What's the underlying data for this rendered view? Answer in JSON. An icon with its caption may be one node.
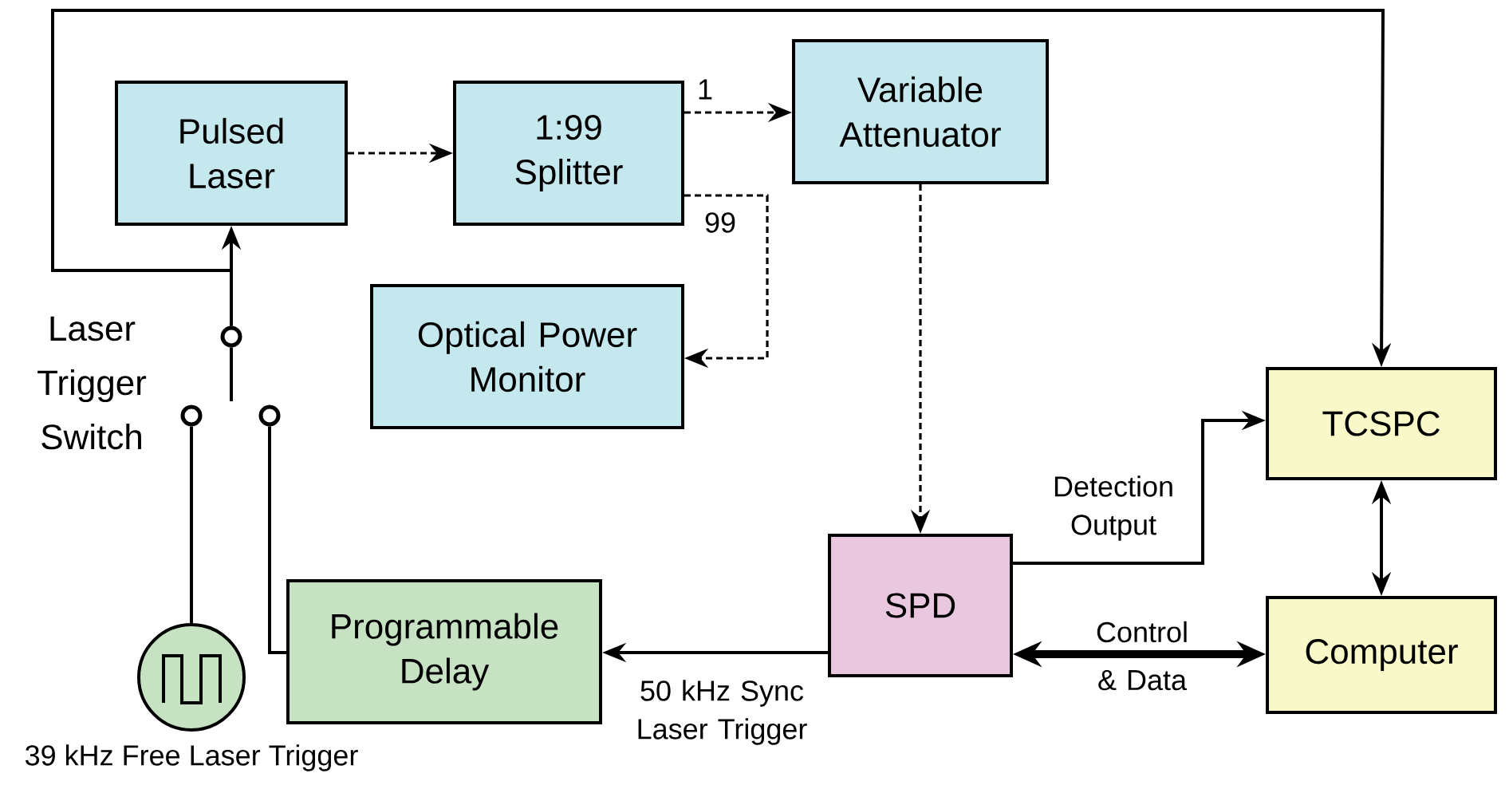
{
  "diagram": {
    "nodes": [
      {
        "text": [
          "Pulsed Laser"
        ]
      },
      {
        "text": [
          "1:99 Splitter"
        ]
      },
      {
        "text": [
          "Variable Attenuator"
        ]
      },
      {
        "text": [
          "Optical Power Monitor"
        ]
      },
      {
        "text": [
          "TCSPC"
        ]
      },
      {
        "text": [
          "SPD"
        ]
      },
      {
        "text": [
          "Computer"
        ]
      },
      {
        "text": [
          "Programmable Delay"
        ]
      },
      {
        "text": [],
        "shape": "circle",
        "beside": [
          "39 kHz Free Laser Trigger"
        ]
      },
      {
        "text": [],
        "shape": "circle"
      },
      {
        "text": [],
        "shape": "circle"
      },
      {
        "text": [],
        "shape": "circle"
      }
    ],
    "edges": [
      {
        "from": 0,
        "to": 1,
        "arrow": "to",
        "style": "dashed"
      },
      {
        "from": 1,
        "to": 2,
        "arrow": "to",
        "style": "dashed",
        "label": "1"
      },
      {
        "from": 1,
        "to": 3,
        "arrow": "to",
        "style": "dashed",
        "label": "99"
      },
      {
        "from": 2,
        "to": 5,
        "arrow": "to",
        "style": "dashed"
      },
      {
        "from": 5,
        "to": 4,
        "arrow": "to",
        "label": "Detection Output"
      },
      {
        "from": 5,
        "to": 6,
        "arrow": "both",
        "style": "thick",
        "label": "Control & Data"
      },
      {
        "from": 4,
        "to": 6,
        "arrow": "both"
      },
      {
        "from": 5,
        "to": 7,
        "arrow": "to",
        "label": "50 kHz Sync Laser Trigger"
      },
      {
        "from": 9,
        "to": 0,
        "arrow": "to"
      },
      {
        "from": 9,
        "to": 4,
        "arrow": "to"
      },
      {
        "from": 8,
        "to": 10,
        "arrow": "none"
      },
      {
        "from": 7,
        "to": 11,
        "arrow": "none"
      }
    ],
    "labels": [
      "Laser Trigger Switch"
    ]
  }
}
